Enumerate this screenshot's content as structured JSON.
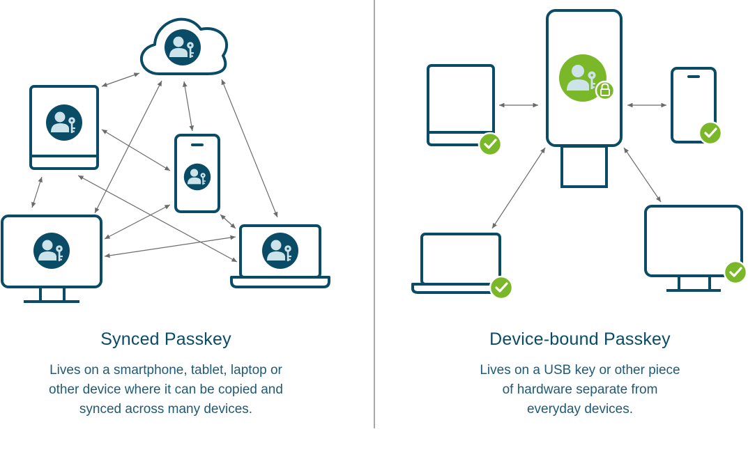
{
  "colors": {
    "primary": "#0a4b66",
    "accent_green": "#7ab829",
    "icon_light": "#cde3ea",
    "arrow": "#6b6b6b",
    "divider": "#8a8a8a"
  },
  "synced": {
    "title": "Synced Passkey",
    "description": [
      "Lives on a smartphone, tablet, laptop or",
      "other device where it can be copied and",
      "synced across many devices."
    ]
  },
  "device_bound": {
    "title": "Device-bound Passkey",
    "description": [
      "Lives on a USB key or other piece",
      "of hardware separate from",
      "everyday devices."
    ]
  },
  "icons": {
    "passkey": "user-key-icon",
    "lock": "lock-icon",
    "check": "check-badge-icon"
  }
}
